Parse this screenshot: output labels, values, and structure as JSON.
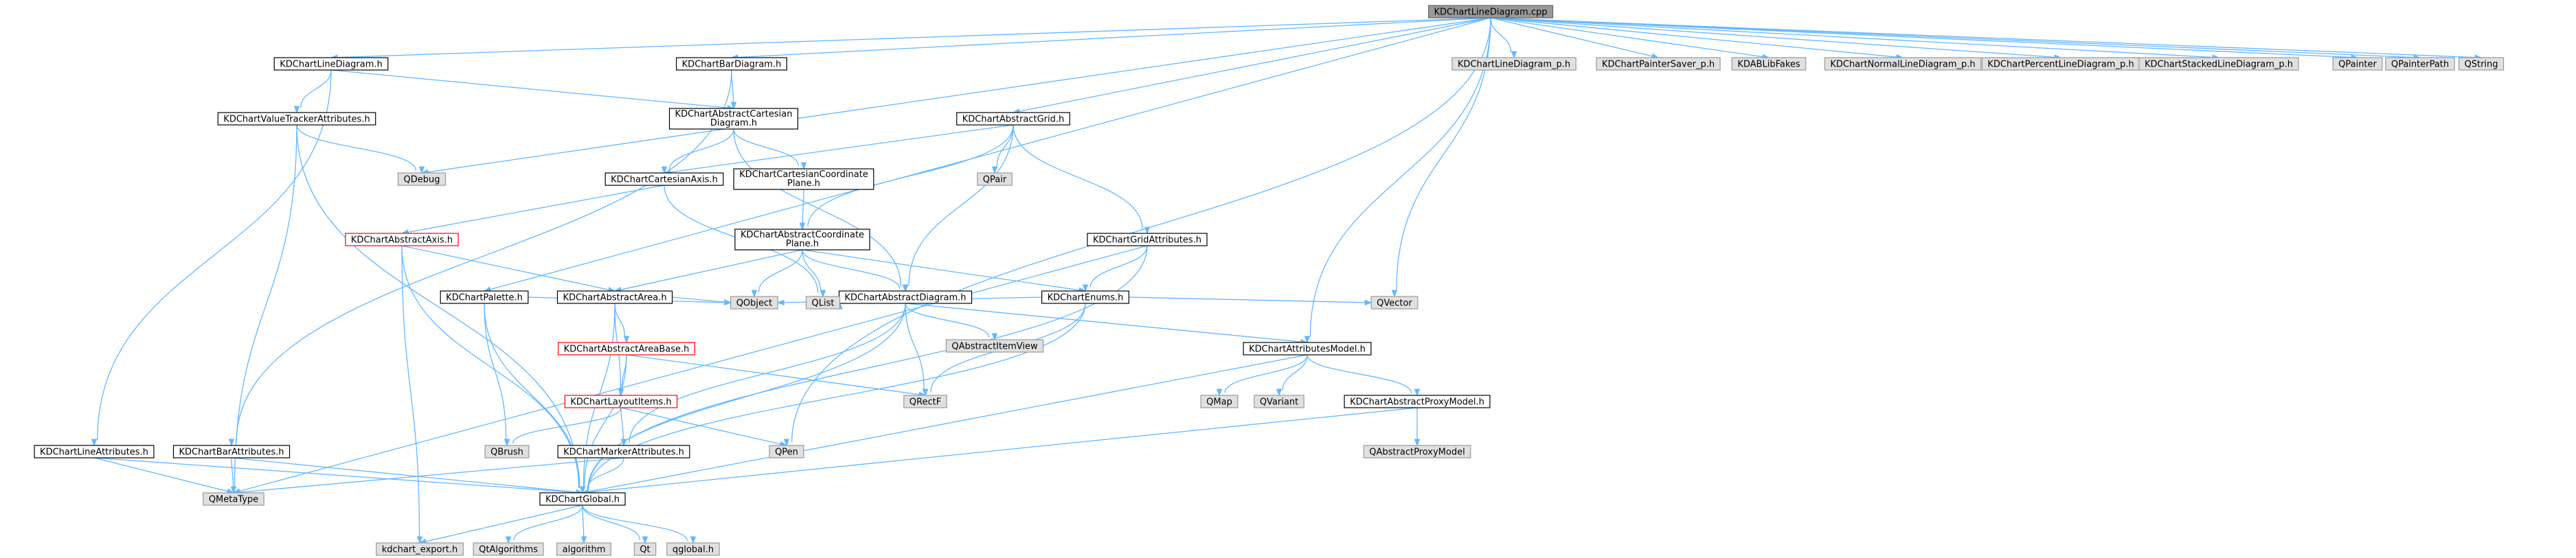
{
  "diagram": {
    "root": "KDChartLineDiagram.cpp",
    "colors": {
      "edge": "#63b8ff",
      "root_fill": "#999999",
      "doc_fill": "#ffffff",
      "doc_stroke": "#000000",
      "ext_fill": "#e0e0e0",
      "ext_stroke": "#999999",
      "missing_stroke": "#ff0000"
    },
    "nodes": [
      {
        "id": "root",
        "label": "KDChartLineDiagram.cpp",
        "kind": "root"
      },
      {
        "id": "linediag_h",
        "label": "KDChartLineDiagram.h",
        "kind": "doc"
      },
      {
        "id": "bardiag_h",
        "label": "KDChartBarDiagram.h",
        "kind": "doc"
      },
      {
        "id": "absgrid_h",
        "label": "KDChartAbstractGrid.h",
        "kind": "doc"
      },
      {
        "id": "linediag_p",
        "label": "KDChartLineDiagram_p.h",
        "kind": "ext"
      },
      {
        "id": "paintersaver",
        "label": "KDChartPainterSaver_p.h",
        "kind": "ext"
      },
      {
        "id": "kdablibfakes",
        "label": "KDABLibFakes",
        "kind": "ext"
      },
      {
        "id": "normalline",
        "label": "KDChartNormalLineDiagram_p.h",
        "kind": "ext"
      },
      {
        "id": "percentline",
        "label": "KDChartPercentLineDiagram_p.h",
        "kind": "ext"
      },
      {
        "id": "stackedline",
        "label": "KDChartStackedLineDiagram_p.h",
        "kind": "ext"
      },
      {
        "id": "qpainter",
        "label": "QPainter",
        "kind": "ext"
      },
      {
        "id": "qpainterpath",
        "label": "QPainterPath",
        "kind": "ext"
      },
      {
        "id": "qstring",
        "label": "QString",
        "kind": "ext"
      },
      {
        "id": "valuetracker",
        "label": "KDChartValueTrackerAttributes.h",
        "kind": "doc"
      },
      {
        "id": "abscartdiag",
        "label": [
          "KDChartAbstractCartesian",
          "Diagram.h"
        ],
        "kind": "doc"
      },
      {
        "id": "qpair",
        "label": "QPair",
        "kind": "ext"
      },
      {
        "id": "qdebug",
        "label": "QDebug",
        "kind": "ext"
      },
      {
        "id": "cartaxis",
        "label": "KDChartCartesianAxis.h",
        "kind": "doc"
      },
      {
        "id": "cartcoord",
        "label": [
          "KDChartCartesianCoordinate",
          "Plane.h"
        ],
        "kind": "doc"
      },
      {
        "id": "gridattr",
        "label": "KDChartGridAttributes.h",
        "kind": "doc"
      },
      {
        "id": "absaxis",
        "label": "KDChartAbstractAxis.h",
        "kind": "missing"
      },
      {
        "id": "abscoord",
        "label": [
          "KDChartAbstractCoordinate",
          "Plane.h"
        ],
        "kind": "doc"
      },
      {
        "id": "palette",
        "label": "KDChartPalette.h",
        "kind": "doc"
      },
      {
        "id": "absarea",
        "label": "KDChartAbstractArea.h",
        "kind": "doc"
      },
      {
        "id": "absdiag",
        "label": "KDChartAbstractDiagram.h",
        "kind": "doc"
      },
      {
        "id": "enums",
        "label": "KDChartEnums.h",
        "kind": "doc"
      },
      {
        "id": "qvector",
        "label": "QVector",
        "kind": "ext"
      },
      {
        "id": "qobject",
        "label": "QObject",
        "kind": "ext"
      },
      {
        "id": "qlist",
        "label": "QList",
        "kind": "ext"
      },
      {
        "id": "qabsitemview",
        "label": "QAbstractItemView",
        "kind": "ext"
      },
      {
        "id": "absareabase",
        "label": "KDChartAbstractAreaBase.h",
        "kind": "missing"
      },
      {
        "id": "attrmodel",
        "label": "KDChartAttributesModel.h",
        "kind": "doc"
      },
      {
        "id": "qmap",
        "label": "QMap",
        "kind": "ext"
      },
      {
        "id": "qvariant",
        "label": "QVariant",
        "kind": "ext"
      },
      {
        "id": "absproxy",
        "label": "KDChartAbstractProxyModel.h",
        "kind": "doc"
      },
      {
        "id": "qrectf",
        "label": "QRectF",
        "kind": "ext"
      },
      {
        "id": "layoutitems",
        "label": "KDChartLayoutItems.h",
        "kind": "missing"
      },
      {
        "id": "qabsproxy",
        "label": "QAbstractProxyModel",
        "kind": "ext"
      },
      {
        "id": "qbrush",
        "label": "QBrush",
        "kind": "ext"
      },
      {
        "id": "qpen",
        "label": "QPen",
        "kind": "ext"
      },
      {
        "id": "lineattr",
        "label": "KDChartLineAttributes.h",
        "kind": "doc"
      },
      {
        "id": "barattr",
        "label": "KDChartBarAttributes.h",
        "kind": "doc"
      },
      {
        "id": "markerattr",
        "label": "KDChartMarkerAttributes.h",
        "kind": "doc"
      },
      {
        "id": "qmetatype",
        "label": "QMetaType",
        "kind": "ext"
      },
      {
        "id": "global",
        "label": "KDChartGlobal.h",
        "kind": "doc"
      },
      {
        "id": "kdexport",
        "label": "kdchart_export.h",
        "kind": "ext"
      },
      {
        "id": "qtalgo",
        "label": "QtAlgorithms",
        "kind": "ext"
      },
      {
        "id": "algorithm",
        "label": "algorithm",
        "kind": "ext"
      },
      {
        "id": "qt",
        "label": "Qt",
        "kind": "ext"
      },
      {
        "id": "qglobal",
        "label": "qglobal.h",
        "kind": "ext"
      }
    ],
    "edges": [
      [
        "root",
        "linediag_h"
      ],
      [
        "root",
        "bardiag_h"
      ],
      [
        "root",
        "absgrid_h"
      ],
      [
        "root",
        "linediag_p"
      ],
      [
        "root",
        "paintersaver"
      ],
      [
        "root",
        "kdablibfakes"
      ],
      [
        "root",
        "normalline"
      ],
      [
        "root",
        "percentline"
      ],
      [
        "root",
        "stackedline"
      ],
      [
        "root",
        "qpainter"
      ],
      [
        "root",
        "qpainterpath"
      ],
      [
        "root",
        "qstring"
      ],
      [
        "root",
        "qdebug"
      ],
      [
        "root",
        "palette"
      ],
      [
        "root",
        "attrmodel"
      ],
      [
        "root",
        "qvector"
      ],
      [
        "root",
        "qpen"
      ],
      [
        "linediag_h",
        "valuetracker"
      ],
      [
        "linediag_h",
        "abscartdiag"
      ],
      [
        "linediag_h",
        "lineattr"
      ],
      [
        "bardiag_h",
        "abscartdiag"
      ],
      [
        "bardiag_h",
        "barattr"
      ],
      [
        "valuetracker",
        "qdebug"
      ],
      [
        "valuetracker",
        "qmetatype"
      ],
      [
        "valuetracker",
        "global"
      ],
      [
        "abscartdiag",
        "cartaxis"
      ],
      [
        "abscartdiag",
        "cartcoord"
      ],
      [
        "abscartdiag",
        "absdiag"
      ],
      [
        "absgrid_h",
        "cartaxis"
      ],
      [
        "absgrid_h",
        "qpair"
      ],
      [
        "absgrid_h",
        "abscoord"
      ],
      [
        "absgrid_h",
        "gridattr"
      ],
      [
        "absgrid_h",
        "absdiag"
      ],
      [
        "cartaxis",
        "absaxis"
      ],
      [
        "cartaxis",
        "qlist"
      ],
      [
        "cartcoord",
        "abscoord"
      ],
      [
        "abscoord",
        "absarea"
      ],
      [
        "abscoord",
        "absdiag"
      ],
      [
        "abscoord",
        "enums"
      ],
      [
        "abscoord",
        "qobject"
      ],
      [
        "abscoord",
        "qlist"
      ],
      [
        "gridattr",
        "enums"
      ],
      [
        "gridattr",
        "qmetatype"
      ],
      [
        "gridattr",
        "global"
      ],
      [
        "absaxis",
        "absarea"
      ],
      [
        "absaxis",
        "kdexport"
      ],
      [
        "absaxis",
        "global"
      ],
      [
        "palette",
        "qobject"
      ],
      [
        "palette",
        "qbrush"
      ],
      [
        "palette",
        "global"
      ],
      [
        "absarea",
        "qobject"
      ],
      [
        "absarea",
        "absareabase"
      ],
      [
        "absarea",
        "layoutitems"
      ],
      [
        "absarea",
        "global"
      ],
      [
        "absdiag",
        "qabsitemview"
      ],
      [
        "absdiag",
        "attrmodel"
      ],
      [
        "absdiag",
        "qrectf"
      ],
      [
        "absdiag",
        "qlist"
      ],
      [
        "absdiag",
        "markerattr"
      ],
      [
        "absdiag",
        "global"
      ],
      [
        "enums",
        "qobject"
      ],
      [
        "enums",
        "qrectf"
      ],
      [
        "enums",
        "qvector"
      ],
      [
        "enums",
        "global"
      ],
      [
        "absareabase",
        "qrectf"
      ],
      [
        "absareabase",
        "layoutitems"
      ],
      [
        "absareabase",
        "global"
      ],
      [
        "attrmodel",
        "qmap"
      ],
      [
        "attrmodel",
        "qvariant"
      ],
      [
        "attrmodel",
        "absproxy"
      ],
      [
        "attrmodel",
        "global"
      ],
      [
        "absproxy",
        "qabsproxy"
      ],
      [
        "absproxy",
        "global"
      ],
      [
        "layoutitems",
        "qbrush"
      ],
      [
        "layoutitems",
        "qpen"
      ],
      [
        "layoutitems",
        "markerattr"
      ],
      [
        "lineattr",
        "qmetatype"
      ],
      [
        "lineattr",
        "global"
      ],
      [
        "barattr",
        "qmetatype"
      ],
      [
        "barattr",
        "global"
      ],
      [
        "markerattr",
        "qmetatype"
      ],
      [
        "markerattr",
        "global"
      ],
      [
        "global",
        "kdexport"
      ],
      [
        "global",
        "qtalgo"
      ],
      [
        "global",
        "algorithm"
      ],
      [
        "global",
        "qt"
      ],
      [
        "global",
        "qglobal"
      ]
    ]
  }
}
